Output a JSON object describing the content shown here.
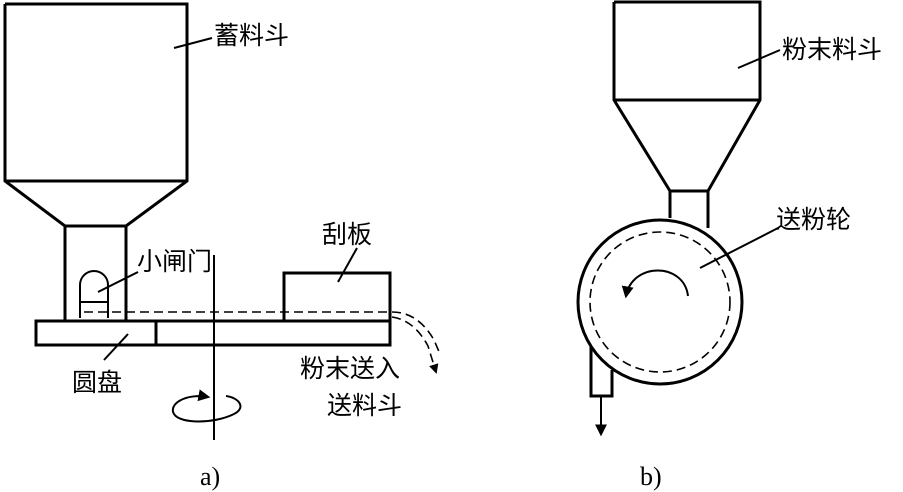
{
  "figure_a": {
    "labels": {
      "hopper": "蓄料斗",
      "gate": "小闸门",
      "scraper": "刮板",
      "disc": "圆盘",
      "powder_line1": "粉末送入",
      "powder_line2": "送料斗"
    },
    "caption": "a)"
  },
  "figure_b": {
    "labels": {
      "powder_hopper": "粉末料斗",
      "feed_wheel": "送粉轮"
    },
    "caption": "b)"
  }
}
